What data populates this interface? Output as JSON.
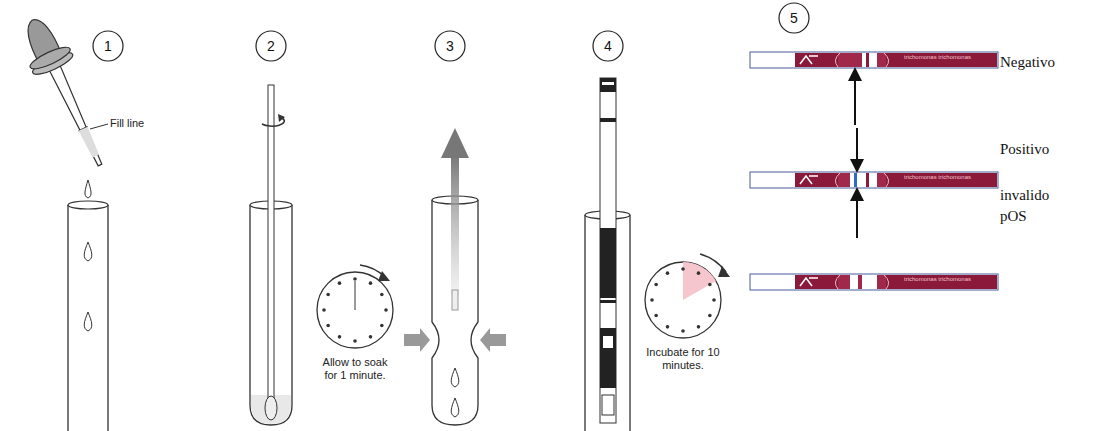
{
  "diagram": {
    "nodes": [
      {
        "text": [
          "1"
        ]
      },
      {
        "text": [
          "2"
        ]
      },
      {
        "text": [
          "3"
        ]
      },
      {
        "text": [
          "4"
        ]
      },
      {
        "text": [
          "5"
        ]
      }
    ],
    "labels": [
      "Fill line",
      "Allow to soak for 1 minute.",
      "Incubate for 10 minutes.",
      "Negativo",
      "Positivo",
      "invalido",
      "pOS",
      "trichomonas trichomonas",
      "trichomonas trichomonas",
      "trichomonas trichomonas"
    ]
  }
}
